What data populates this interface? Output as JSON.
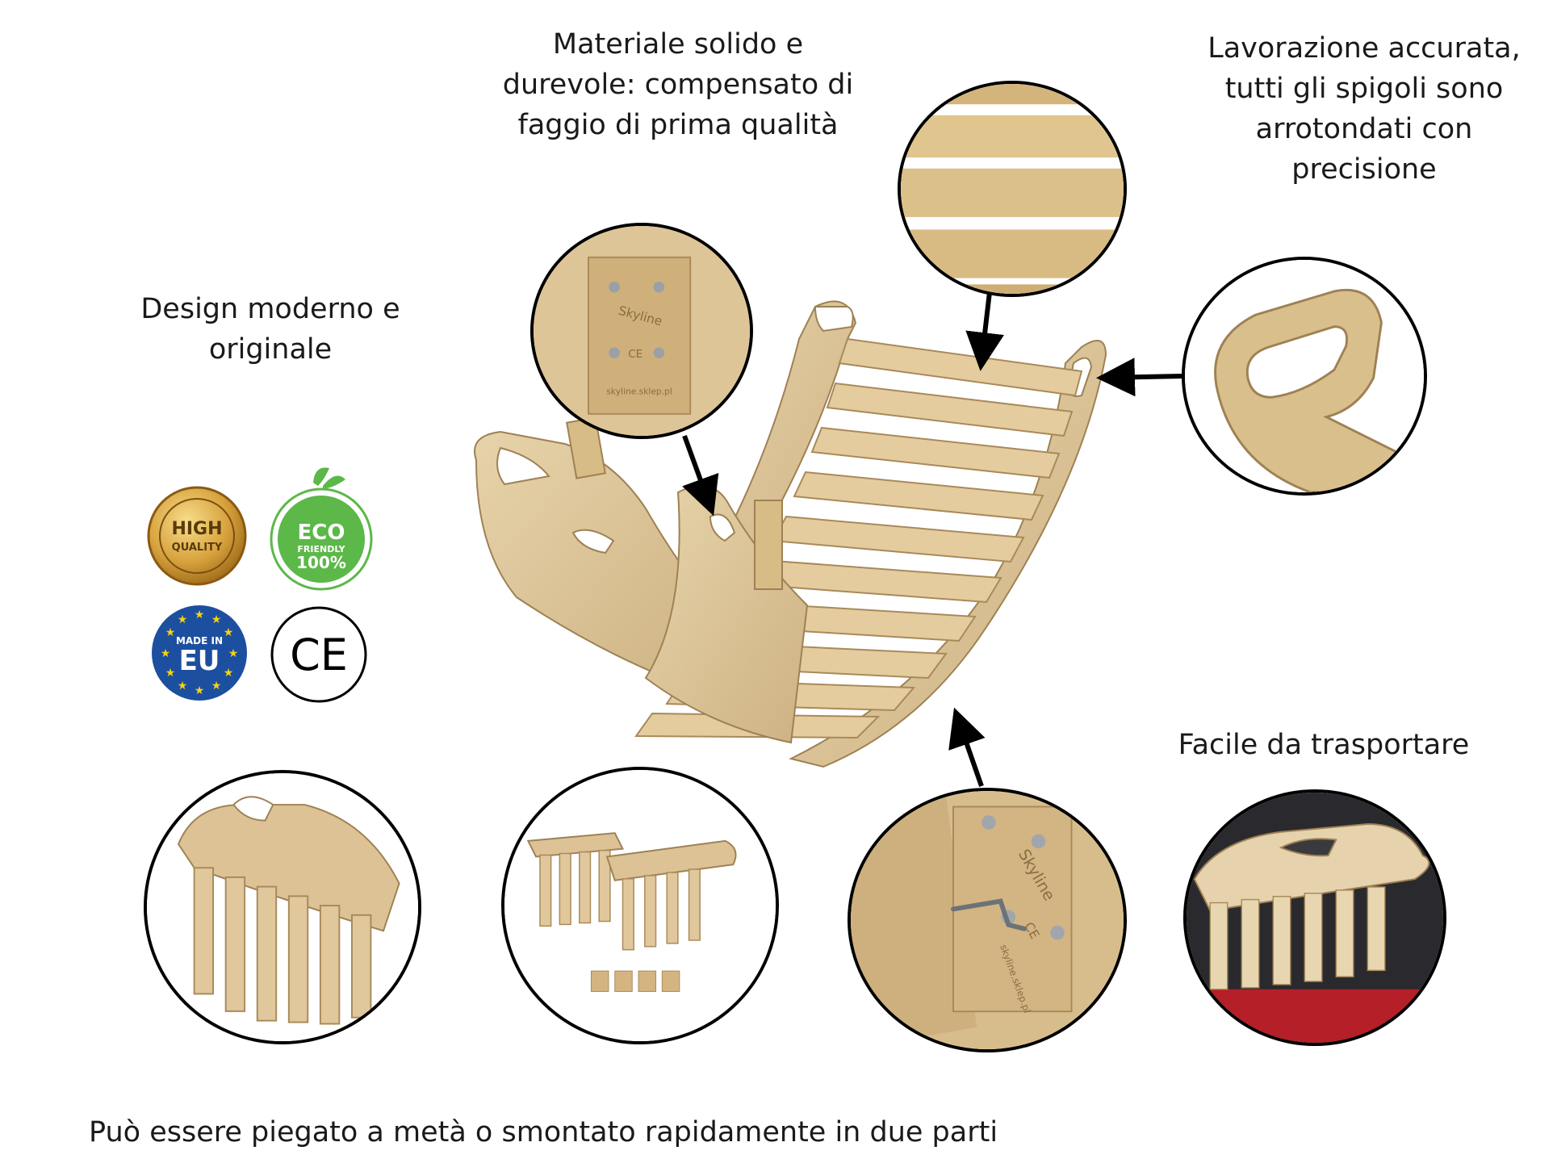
{
  "captions": {
    "material": "Materiale solido e\ndurevole: compensato di\nfaggio di prima qualità",
    "lavorazione": "Lavorazione accurata,\ntutti gli spigoli sono\narrotondati con\nprecisione",
    "design": "Design moderno e\noriginale",
    "facile": "Facile da trasportare",
    "piegato": "Può essere piegato a metà o smontato rapidamente in due parti"
  },
  "badges": {
    "high_quality": {
      "line1": "HIGH",
      "line2": "QUALITY"
    },
    "eco": {
      "line1": "ECO",
      "line2": "FRIENDLY",
      "line3": "100%"
    },
    "eu": {
      "line1": "MADE IN",
      "line2": "EU"
    },
    "ce": "CE"
  },
  "stamps": {
    "brand": "Skyline",
    "ce_mark": "CE",
    "website": "skyline.sklep.pl"
  },
  "colors": {
    "wood": "#dcc497",
    "wood_dark": "#b99a64",
    "wood_light": "#ecd9b3",
    "eco_green": "#5cb848",
    "eu_blue": "#1d4fa0",
    "eu_star": "#f5d312",
    "gold": "#c9912a"
  },
  "icons": [
    "arrow-icon",
    "high-quality-badge-icon",
    "eco-friendly-badge-icon",
    "made-in-eu-badge-icon",
    "ce-mark-icon"
  ]
}
